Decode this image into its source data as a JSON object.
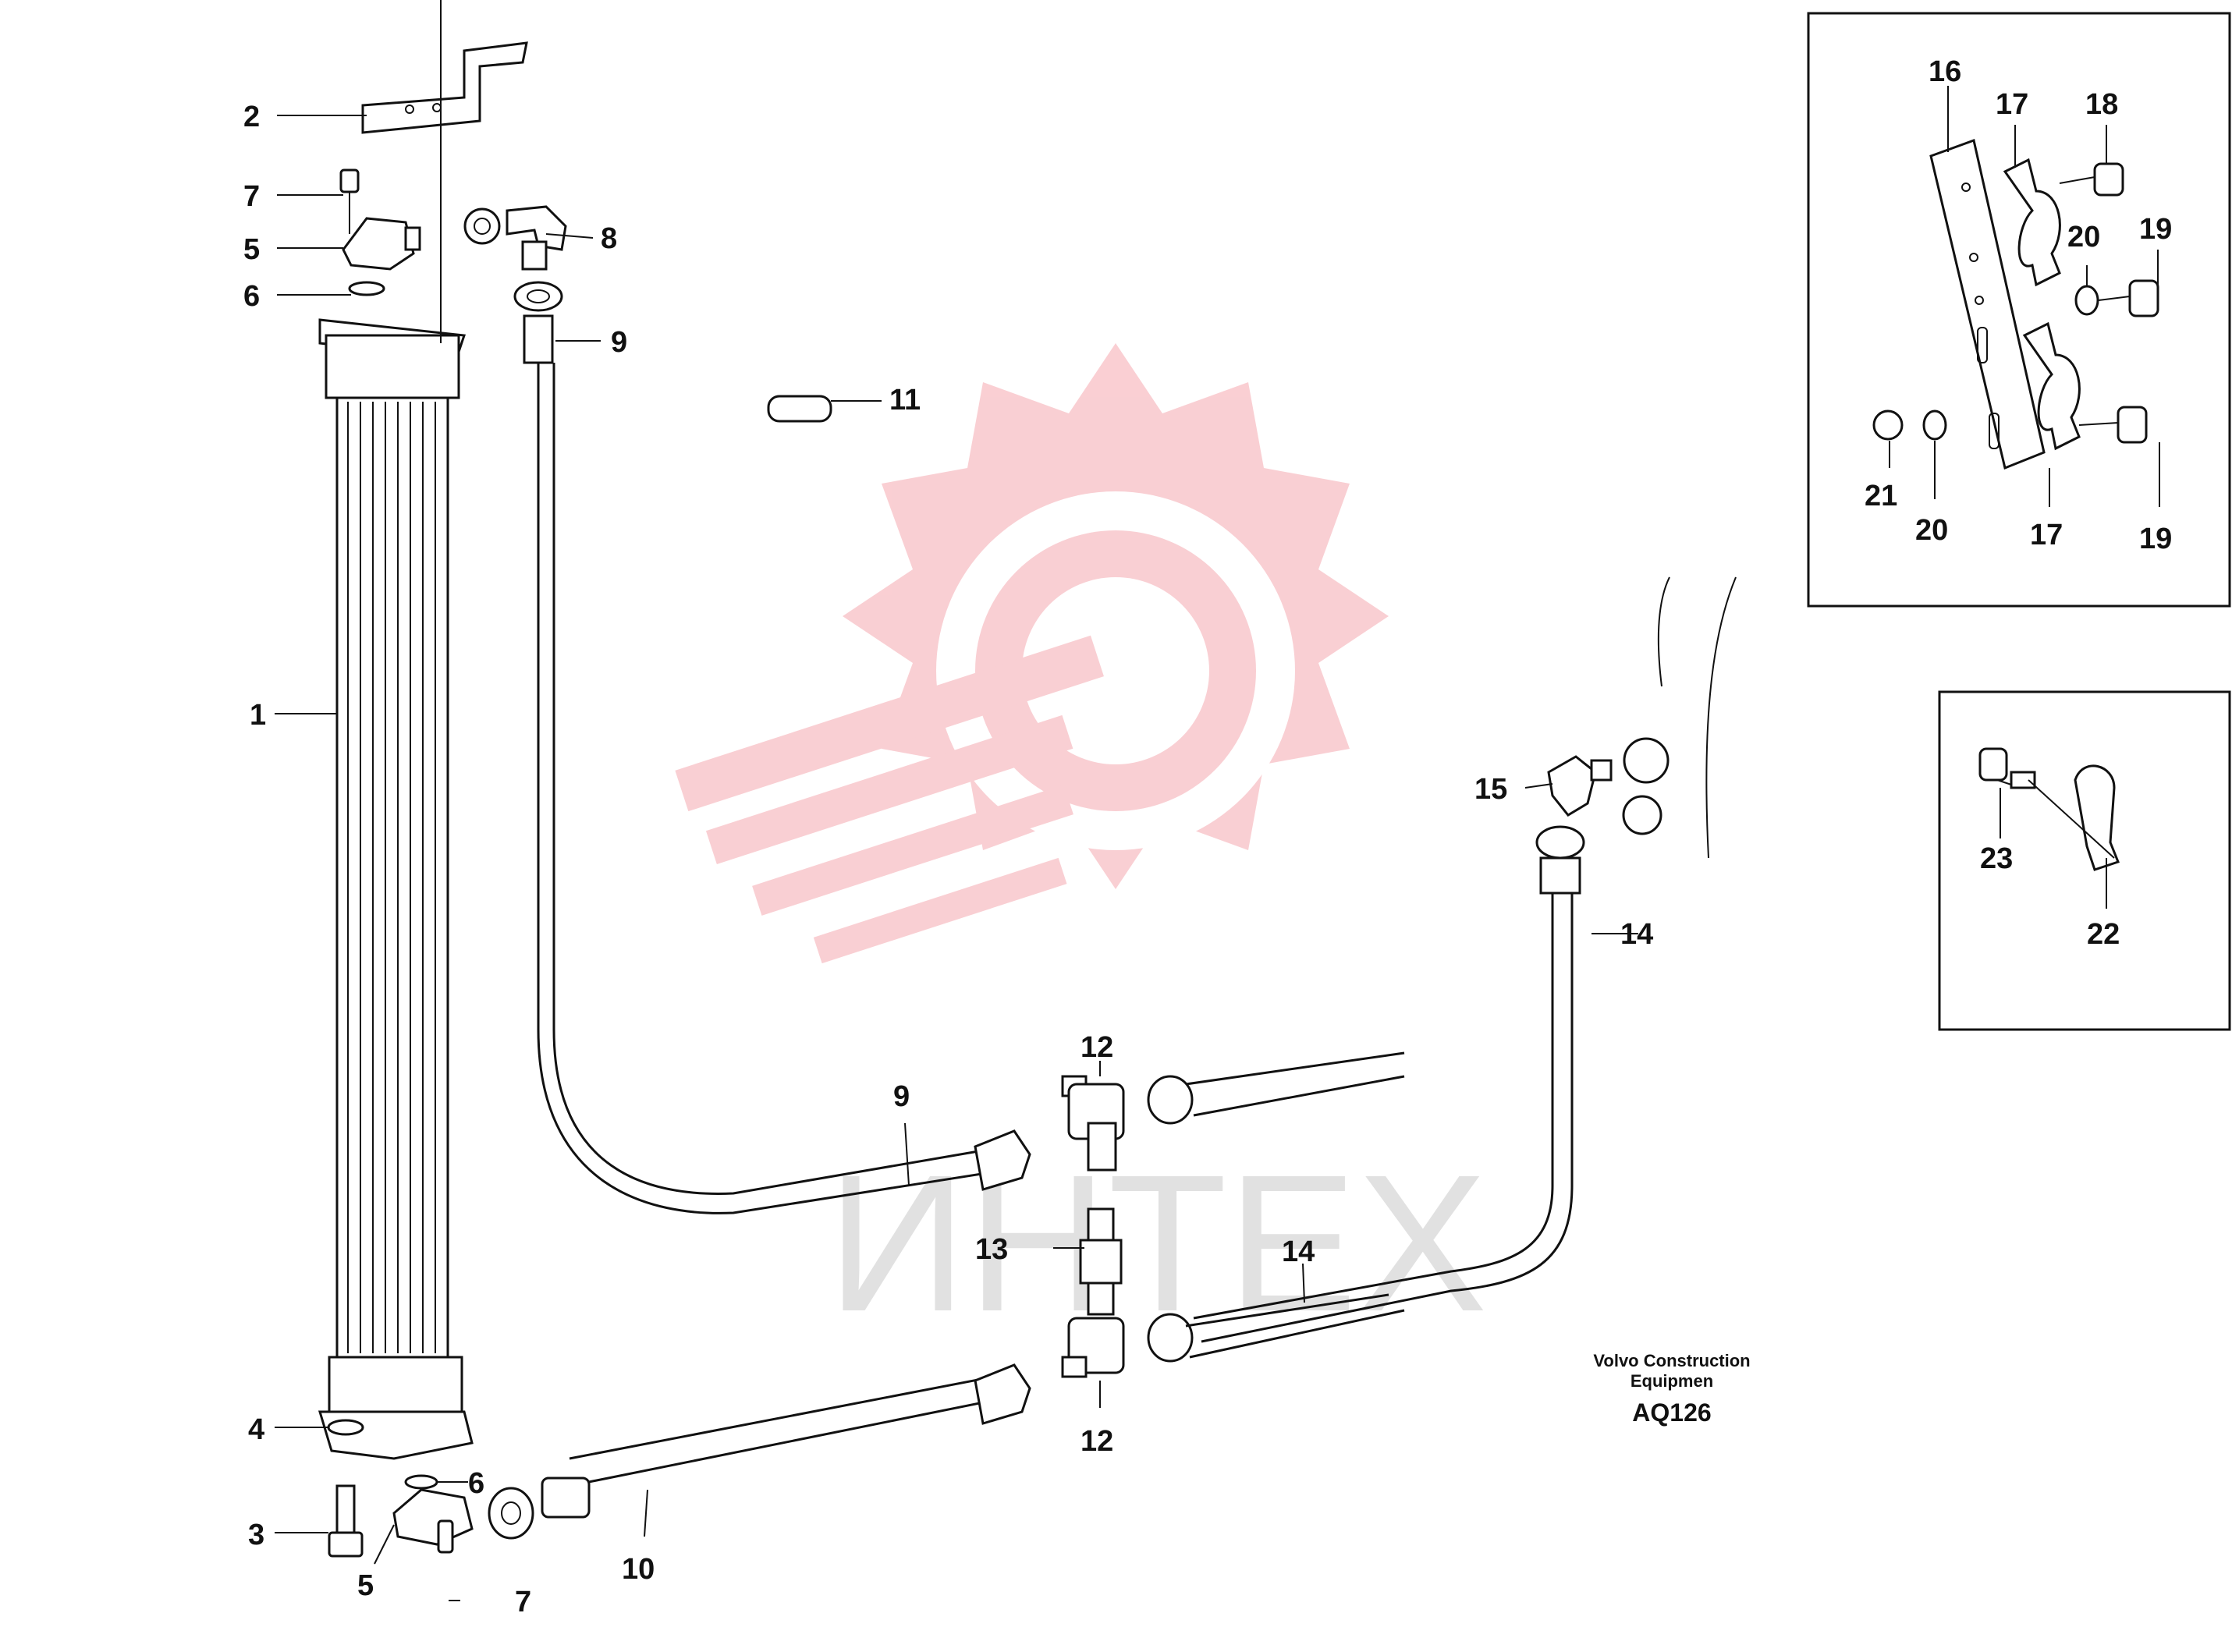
{
  "labels": {
    "l1": "1",
    "l2": "2",
    "l3": "3",
    "l4": "4",
    "l5a": "5",
    "l5b": "5",
    "l6a": "6",
    "l6b": "6",
    "l7a": "7",
    "l7b": "7",
    "l8": "8",
    "l9a": "9",
    "l9b": "9",
    "l10": "10",
    "l11": "11",
    "l12a": "12",
    "l12b": "12",
    "l13": "13",
    "l14a": "14",
    "l14b": "14",
    "l15": "15",
    "l16": "16",
    "l17a": "17",
    "l17b": "17",
    "l18": "18",
    "l19a": "19",
    "l19b": "19",
    "l20a": "20",
    "l20b": "20",
    "l21": "21",
    "l22": "22",
    "l23": "23"
  },
  "caption": {
    "line1": "Volvo Construction",
    "line2": "Equipmen",
    "code": "AQ126"
  },
  "watermark": {
    "text": "ИНТЕХ",
    "color": "#f5a0a8"
  }
}
